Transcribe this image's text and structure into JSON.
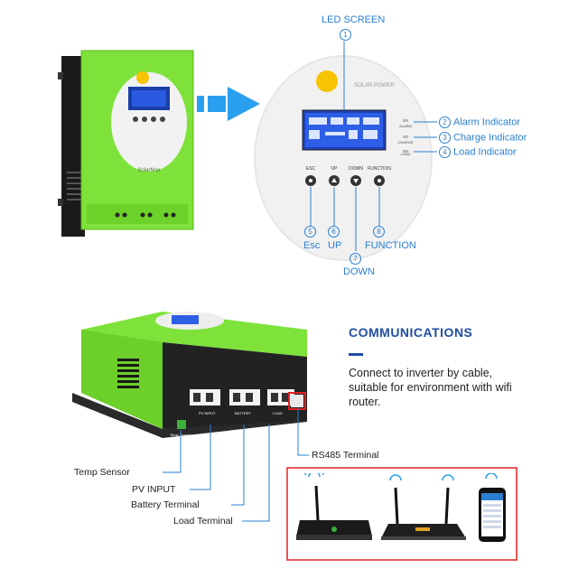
{
  "top": {
    "led_label": "LED SCREEN",
    "led_num": "1",
    "indicators": [
      {
        "num": "2",
        "label": "Alarm Indicator",
        "tag": "ALARM"
      },
      {
        "num": "3",
        "label": "Charge Indicator",
        "tag": "CHARGE"
      },
      {
        "num": "4",
        "label": "Load Indicator",
        "tag": "LOAD"
      }
    ],
    "buttons": [
      {
        "tag": "ESC",
        "num": "5",
        "label": "Esc"
      },
      {
        "tag": "UP",
        "num": "6",
        "label": "UP"
      },
      {
        "tag": "DOWN",
        "num": "7",
        "label": "DOWN"
      },
      {
        "tag": "FUNCTION",
        "num": "8",
        "label": "FUNCTION"
      }
    ]
  },
  "communications": {
    "title": "COMMUNICATIONS",
    "desc": "Connect to inverter by cable, suitable for environment with wifi router."
  },
  "bottom": {
    "terminals": [
      {
        "label": "Temp Sensor"
      },
      {
        "label": "PV INPUT"
      },
      {
        "label": "Battery Terminal"
      },
      {
        "label": "Load Terminal"
      }
    ],
    "rs485": "RS485 Terminal",
    "device_tags": [
      "Temp Sensor",
      "PV INPUT",
      "BATTERY",
      "LOAD"
    ]
  },
  "colors": {
    "green": "#7ee23a",
    "blue": "#2a7fd0",
    "navy": "#1f4fa1",
    "red": "#e02020"
  }
}
